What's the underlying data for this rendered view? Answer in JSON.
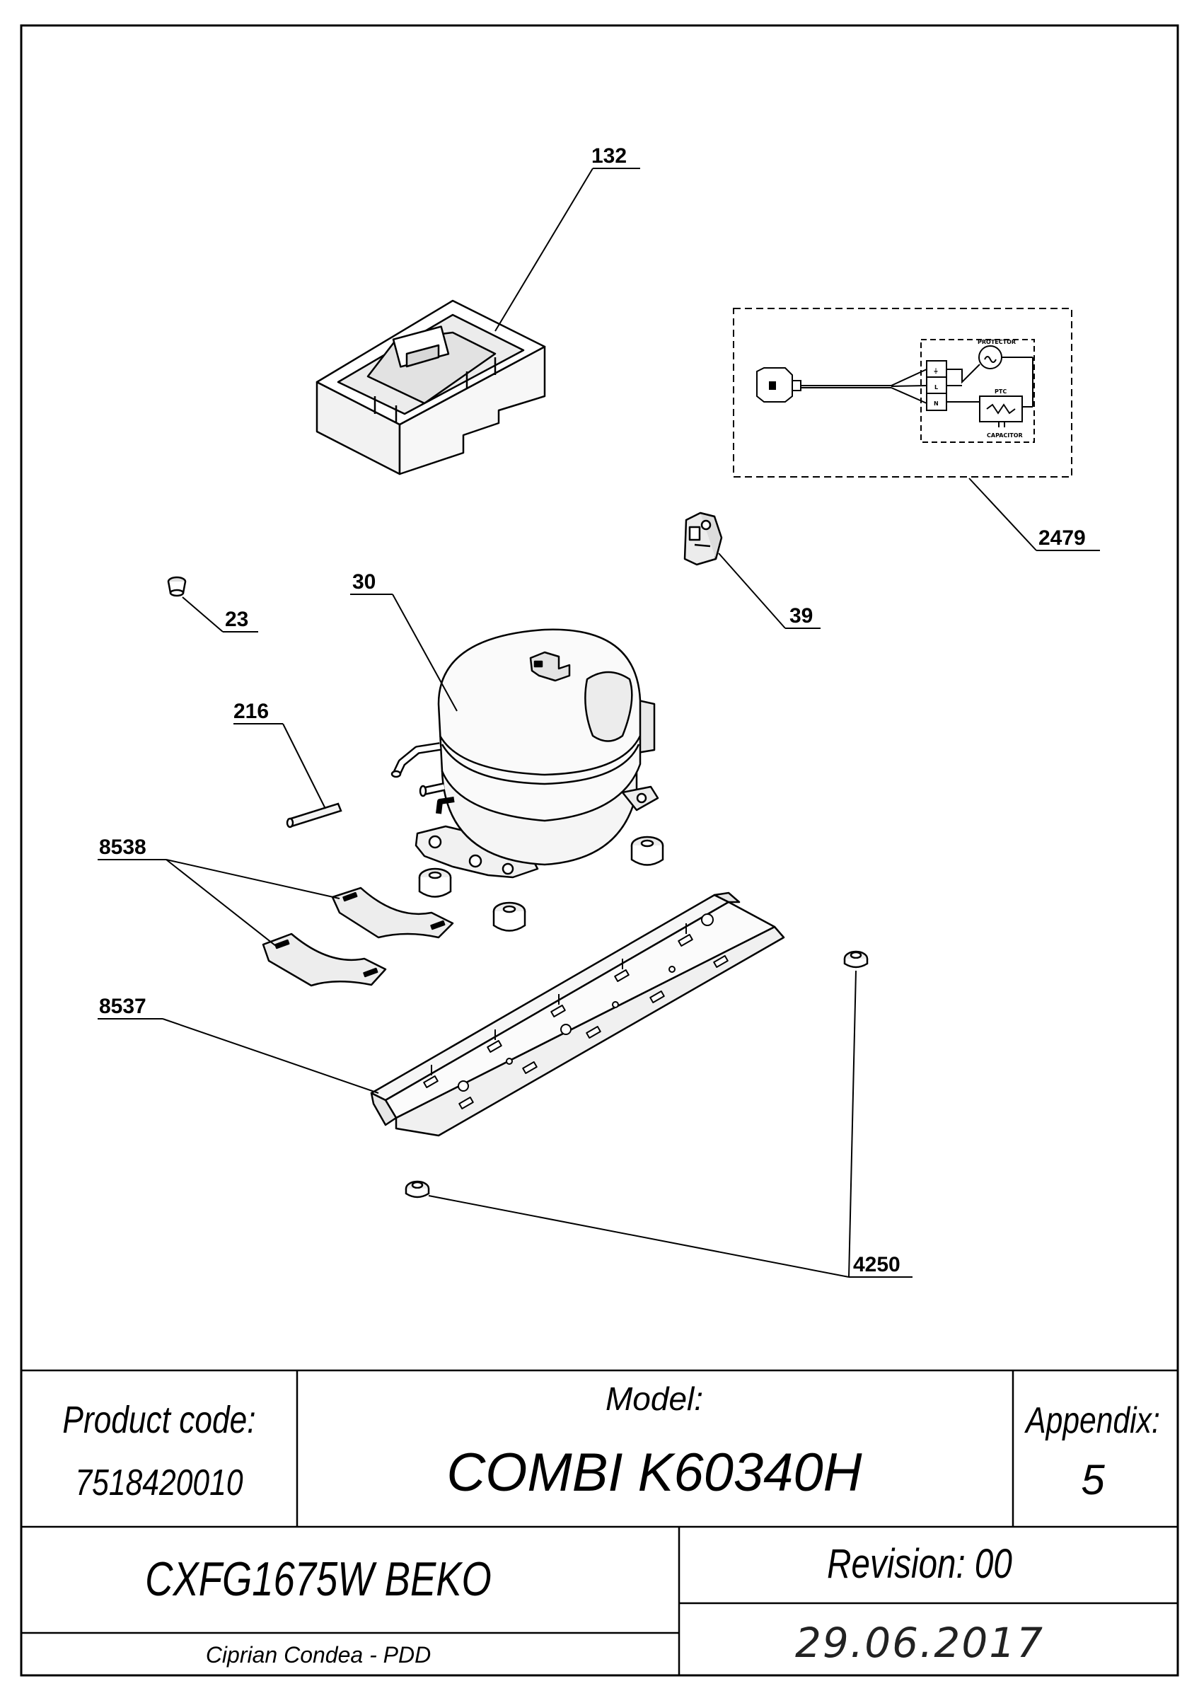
{
  "callouts": {
    "c132": "132",
    "c2479": "2479",
    "c30": "30",
    "c23": "23",
    "c39": "39",
    "c216": "216",
    "c8538": "8538",
    "c8537": "8537",
    "c4250": "4250"
  },
  "wiring": {
    "protector": "PROTECTOR",
    "ptc": "PTC",
    "capacitor": "CAPACITOR",
    "terminal_earth": "⏚",
    "terminal_l": "L",
    "terminal_n": "N"
  },
  "title_block": {
    "product_code_label": "Product code:",
    "product_code_value": "7518420010",
    "model_label": "Model:",
    "model_value": "COMBI K60340H",
    "appendix_label": "Appendix:",
    "appendix_value": "5",
    "product_name": "CXFG1675W BEKO",
    "revision": "Revision: 00",
    "author": "Ciprian Condea - PDD",
    "date": "29.06.2017"
  },
  "colors": {
    "line": "#000000",
    "paper": "#ffffff",
    "shade": "#e9e9e9"
  }
}
